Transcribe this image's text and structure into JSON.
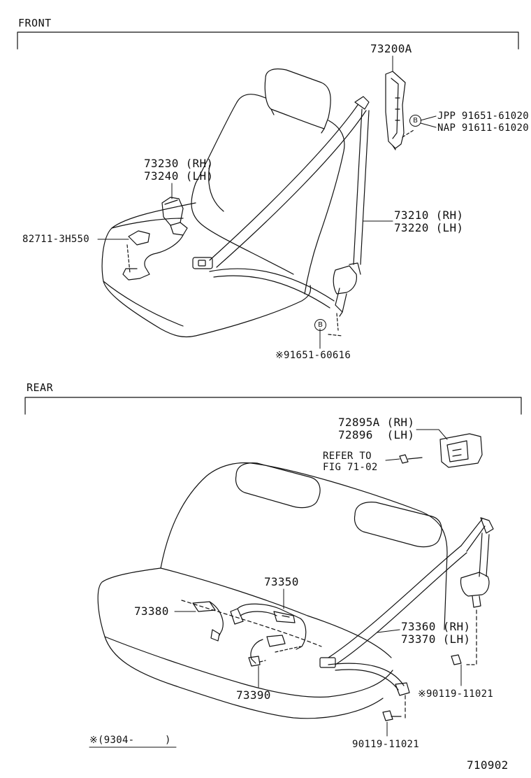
{
  "sections": {
    "front": "FRONT",
    "rear": "REAR"
  },
  "front_parts": {
    "p73200a": "73200A",
    "jpp": "JPP 91651-61020",
    "nap": "NAP 91611-61020",
    "p73230": "73230 (RH)",
    "p73240": "73240 (LH)",
    "p82711": "82711-3H550",
    "p73210": "73210 (RH)",
    "p73220": "73220 (LH)",
    "p91651": "※91651-60616"
  },
  "rear_parts": {
    "p72895a": "72895A (RH)",
    "p72896": "72896  (LH)",
    "refer1": "REFER TO",
    "refer2": "FIG 71-02",
    "p73350": "73350",
    "p73380": "73380",
    "p73360": "73360 (RH)",
    "p73370": "73370 (LH)",
    "p90119a": "※90119-11021",
    "p73390": "73390",
    "p90119b": "90119-11021"
  },
  "callout_letter": "B",
  "footnote": "※(9304-     )",
  "figure_code": "710902"
}
